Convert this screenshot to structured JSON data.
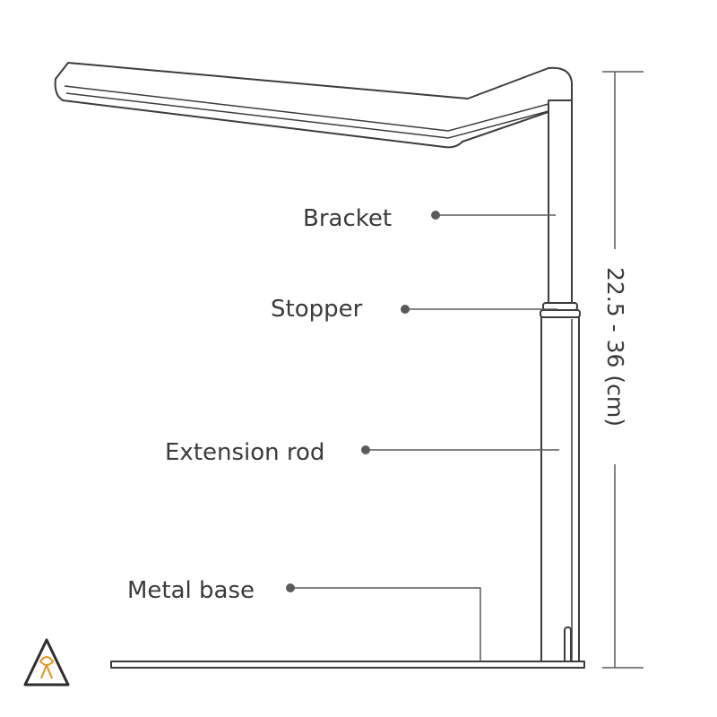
{
  "labels": {
    "bracket": "Bracket",
    "stopper": "Stopper",
    "extension_rod": "Extension rod",
    "metal_base": "Metal base"
  },
  "dimension": {
    "text": "22.5 - 36 (cm)"
  },
  "colors": {
    "line": "#3c3c3c",
    "text": "#3a3a3a",
    "logo": "#e8921c"
  },
  "logo_icon": "warning-triangle-logo-icon"
}
